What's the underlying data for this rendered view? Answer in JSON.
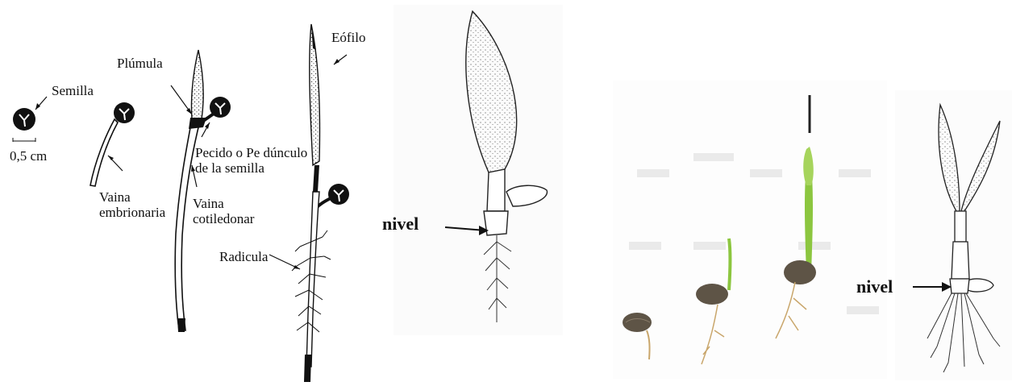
{
  "labels": {
    "semilla": "Semilla",
    "scale": "0,5 cm",
    "plumula": "Plúmula",
    "vaina_embrionaria_1": "Vaina",
    "vaina_embrionaria_2": "embrionaria",
    "pecido_1": "Pecido o Pe dúnculo",
    "pecido_2": "de la semilla",
    "vaina_cotiledonar_1": "Vaina",
    "vaina_cotiledonar_2": "cotiledonar",
    "radicula": "Radicula",
    "eofilo": "Eófilo",
    "nivel_left": "nivel",
    "nivel_right": "nivel"
  },
  "colors": {
    "ink": "#111111",
    "stipple": "#444444",
    "shoot_green": "#8cc63f",
    "seed_brown": "#5e5446",
    "root_tan": "#c9a66b"
  }
}
